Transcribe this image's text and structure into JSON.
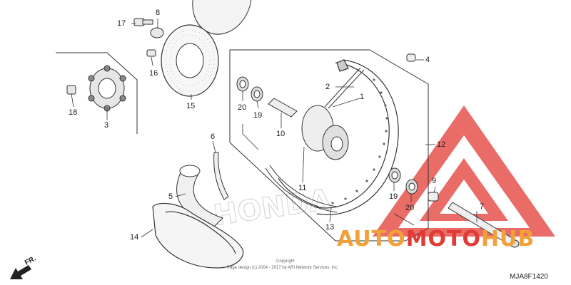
{
  "parts": {
    "p1": "1",
    "p2": "2",
    "p3": "3",
    "p4": "4",
    "p5": "5",
    "p6": "6",
    "p7": "7",
    "p8": "8",
    "p9": "9",
    "p10": "10",
    "p11": "11",
    "p12": "12",
    "p13": "13",
    "p14": "14",
    "p15": "15",
    "p16": "16",
    "p17": "17",
    "p18": "18",
    "p19a": "19",
    "p19b": "19",
    "p20a": "20",
    "p20b": "20"
  },
  "direction_label": "FR.",
  "diagram_code": "MJA8F1420",
  "watermark": {
    "part1": "AUTO",
    "part2": "MOTO",
    "part3": "HUB"
  },
  "copyright": {
    "line1": "Copyright",
    "line2": "Page design (c) 2004 - 2017 by ARI Network Services, Inc."
  },
  "background_text": "HONDA",
  "colors": {
    "watermark_red": "#e23b35",
    "watermark_orange": "#f2a13a",
    "line": "#333333"
  }
}
